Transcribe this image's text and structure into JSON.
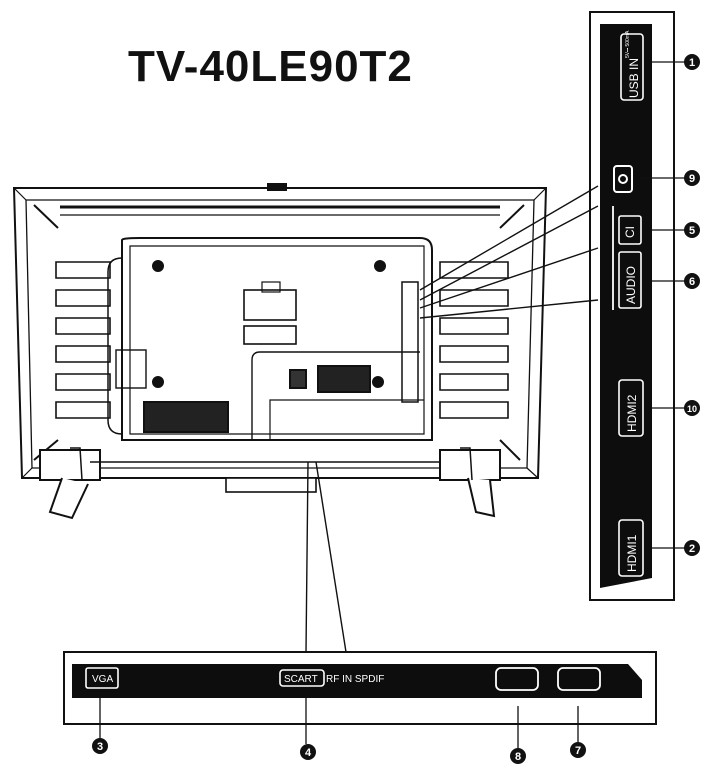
{
  "model_title": "TV-40LE90T2",
  "side_panel": {
    "labels": {
      "usb": "USB IN",
      "usb_sub": "5V⎓ 500mA",
      "ci": "CI",
      "audio": "AUDIO",
      "hdmi2": "HDMI2",
      "hdmi1": "HDMI1"
    }
  },
  "bottom_panel": {
    "labels": {
      "vga": "VGA",
      "scart": "SCART",
      "rf_spdif": "RF IN  SPDIF"
    }
  },
  "callouts": [
    "1",
    "9",
    "5",
    "6",
    "10",
    "2",
    "3",
    "4",
    "8",
    "7"
  ]
}
